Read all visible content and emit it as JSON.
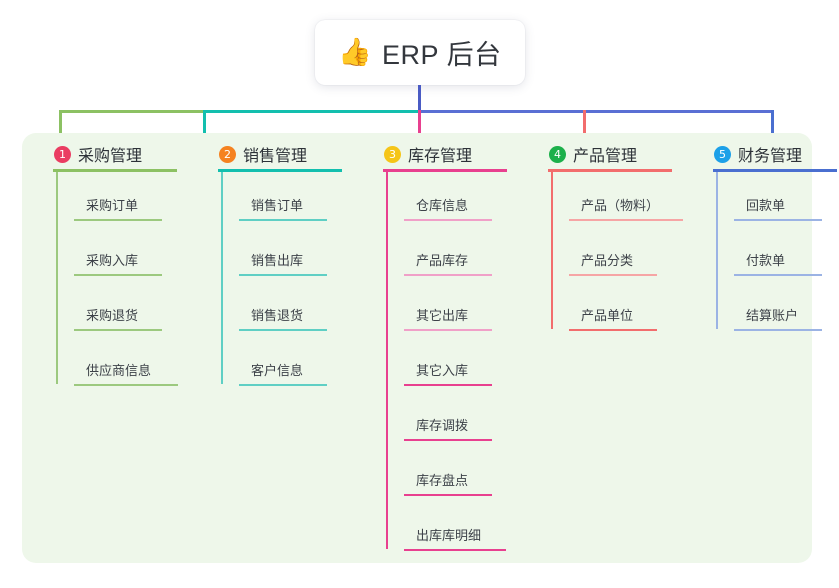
{
  "root": {
    "icon": "thumbs-up-icon",
    "emoji": "👍",
    "title": "ERP 后台"
  },
  "palette": {
    "panel_bg": "#eef7ea",
    "page_bg": "#ffffff",
    "root_stem": "#4a5bc4",
    "text": "#3d4249"
  },
  "columns": [
    {
      "number": "1",
      "title": "采购管理",
      "badge_color": "#ea3d62",
      "rule_color": "#8cc163",
      "line_color": "#8cc163",
      "leaf_rule_color": "#9cc97f",
      "items": [
        "采购订单",
        "采购入库",
        "采购退货",
        "供应商信息"
      ]
    },
    {
      "number": "2",
      "title": "销售管理",
      "badge_color": "#f58220",
      "rule_color": "#13bfae",
      "line_color": "#13bfae",
      "leaf_rule_color": "#5fcfc4",
      "items": [
        "销售订单",
        "销售出库",
        "销售退货",
        "客户信息"
      ]
    },
    {
      "number": "3",
      "title": "库存管理",
      "badge_color": "#f5c518",
      "rule_color": "#e8408f",
      "line_color": "#e8408f",
      "leaf_rule_color": "#f0a0c8",
      "items": [
        "仓库信息",
        "产品库存",
        "其它出库",
        "其它入库",
        "库存调拨",
        "库存盘点",
        "出库库明细"
      ]
    },
    {
      "number": "4",
      "title": "产品管理",
      "badge_color": "#1cb04a",
      "rule_color": "#f26d6d",
      "line_color": "#f26d6d",
      "leaf_rule_color": "#f6a5a5",
      "items": [
        "产品（物料）",
        "产品分类",
        "产品单位"
      ]
    },
    {
      "number": "5",
      "title": "财务管理",
      "badge_color": "#1ca0e8",
      "rule_color": "#4a6fd0",
      "line_color": "#4a6fd0",
      "leaf_rule_color": "#9bb3e4",
      "items": [
        "回款单",
        "付款单",
        "结算账户"
      ]
    }
  ],
  "connector": {
    "segments": [
      {
        "name": "green-segment",
        "color": "#8cc163"
      },
      {
        "name": "teal-segment",
        "color": "#13bfae"
      },
      {
        "name": "blue-segment",
        "color": "#5a6fd4"
      }
    ]
  }
}
